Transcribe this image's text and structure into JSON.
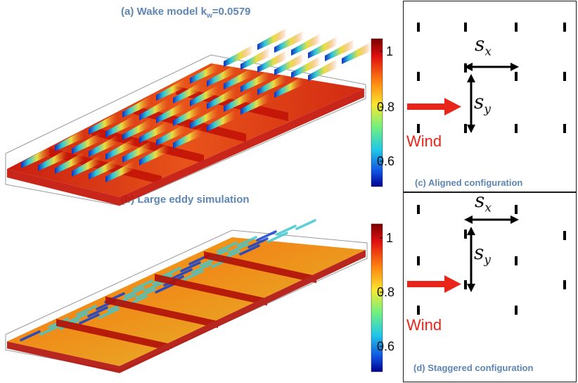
{
  "panel_a": {
    "title_prefix": "(a) Wake model k",
    "title_sub": "w",
    "title_suffix": "=0.0579"
  },
  "panel_b": {
    "title": "(b) Large eddy simulation"
  },
  "panel_c": {
    "caption": "(c) Aligned configuration",
    "wind_label": "Wind",
    "sx_label": "s",
    "sx_sub": "x",
    "sy_label": "s",
    "sy_sub": "y"
  },
  "panel_d": {
    "caption": "(d) Staggered configuration",
    "wind_label": "Wind",
    "sx_label": "s",
    "sx_sub": "x",
    "sy_label": "s",
    "sy_sub": "y"
  },
  "colorbar_a": {
    "ticks": [
      "1",
      "0.8",
      "0.6"
    ]
  },
  "colorbar_b": {
    "ticks": [
      "1",
      "0.8",
      "0.6"
    ]
  },
  "colors": {
    "title": "#5e86b4",
    "wind": "#e8251a",
    "high": "#a80000",
    "low": "#00008f"
  }
}
